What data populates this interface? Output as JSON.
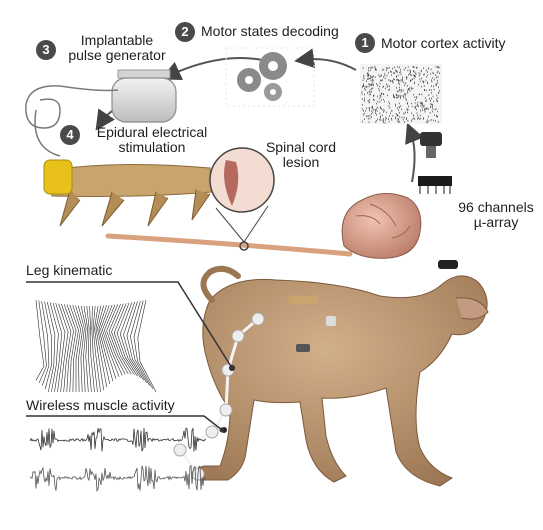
{
  "steps": [
    {
      "number": "1",
      "label": "Motor cortex activity"
    },
    {
      "number": "2",
      "label": "Motor states decoding"
    },
    {
      "number": "3",
      "label_line1": "Implantable",
      "label_line2": "pulse generator"
    },
    {
      "number": "4",
      "label_line1": "Epidural electrical",
      "label_line2": "stimulation"
    }
  ],
  "lesion": {
    "line1": "Spinal cord",
    "line2": "lesion"
  },
  "array": {
    "line1": "96 channels",
    "line2": "µ-array"
  },
  "leg_kinematic": "Leg kinematic",
  "wireless_emg": "Wireless muscle activity",
  "colors": {
    "badge": "#4a4a4a",
    "spinal_cord": "#d9a27e",
    "vertebra": "#c8a56a",
    "brain": "#d7a08c",
    "monkey_fur": "#b9926a",
    "stimulator_yellow": "#e8c21a",
    "marker_white": "#eeeeee"
  }
}
